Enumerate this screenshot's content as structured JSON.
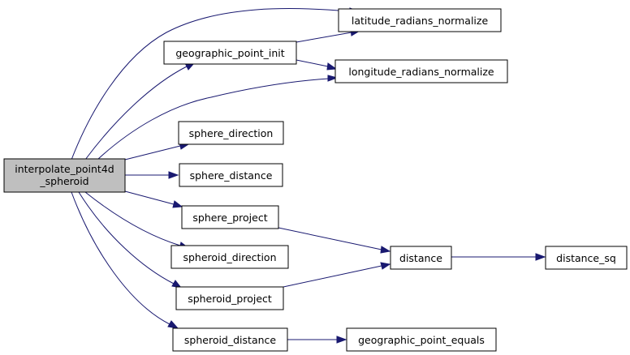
{
  "graph": {
    "root": {
      "id": "root",
      "lines": [
        "interpolate_point4d",
        "_spheroid"
      ],
      "fill": "#bfbfbf"
    },
    "nodes": [
      {
        "id": "lat",
        "label": "latitude_radians_normalize"
      },
      {
        "id": "gpi",
        "label": "geographic_point_init"
      },
      {
        "id": "lon",
        "label": "longitude_radians_normalize"
      },
      {
        "id": "sdir",
        "label": "sphere_direction"
      },
      {
        "id": "sdist",
        "label": "sphere_distance"
      },
      {
        "id": "sproj",
        "label": "sphere_project"
      },
      {
        "id": "spdir",
        "label": "spheroid_direction"
      },
      {
        "id": "dist",
        "label": "distance"
      },
      {
        "id": "dsq",
        "label": "distance_sq"
      },
      {
        "id": "spproj",
        "label": "spheroid_project"
      },
      {
        "id": "spdist",
        "label": "spheroid_distance"
      },
      {
        "id": "gpe",
        "label": "geographic_point_equals"
      }
    ],
    "edges": [
      [
        "root",
        "lat"
      ],
      [
        "root",
        "gpi"
      ],
      [
        "root",
        "lon"
      ],
      [
        "root",
        "sdir"
      ],
      [
        "root",
        "sdist"
      ],
      [
        "root",
        "sproj"
      ],
      [
        "root",
        "spdir"
      ],
      [
        "root",
        "spproj"
      ],
      [
        "root",
        "spdist"
      ],
      [
        "gpi",
        "lat"
      ],
      [
        "gpi",
        "lon"
      ],
      [
        "sproj",
        "dist"
      ],
      [
        "spproj",
        "dist"
      ],
      [
        "dist",
        "dsq"
      ],
      [
        "spdist",
        "gpe"
      ]
    ],
    "colors": {
      "edge": "#191970",
      "node_fill": "#ffffff",
      "root_fill": "#bfbfbf",
      "border": "#000000"
    }
  }
}
